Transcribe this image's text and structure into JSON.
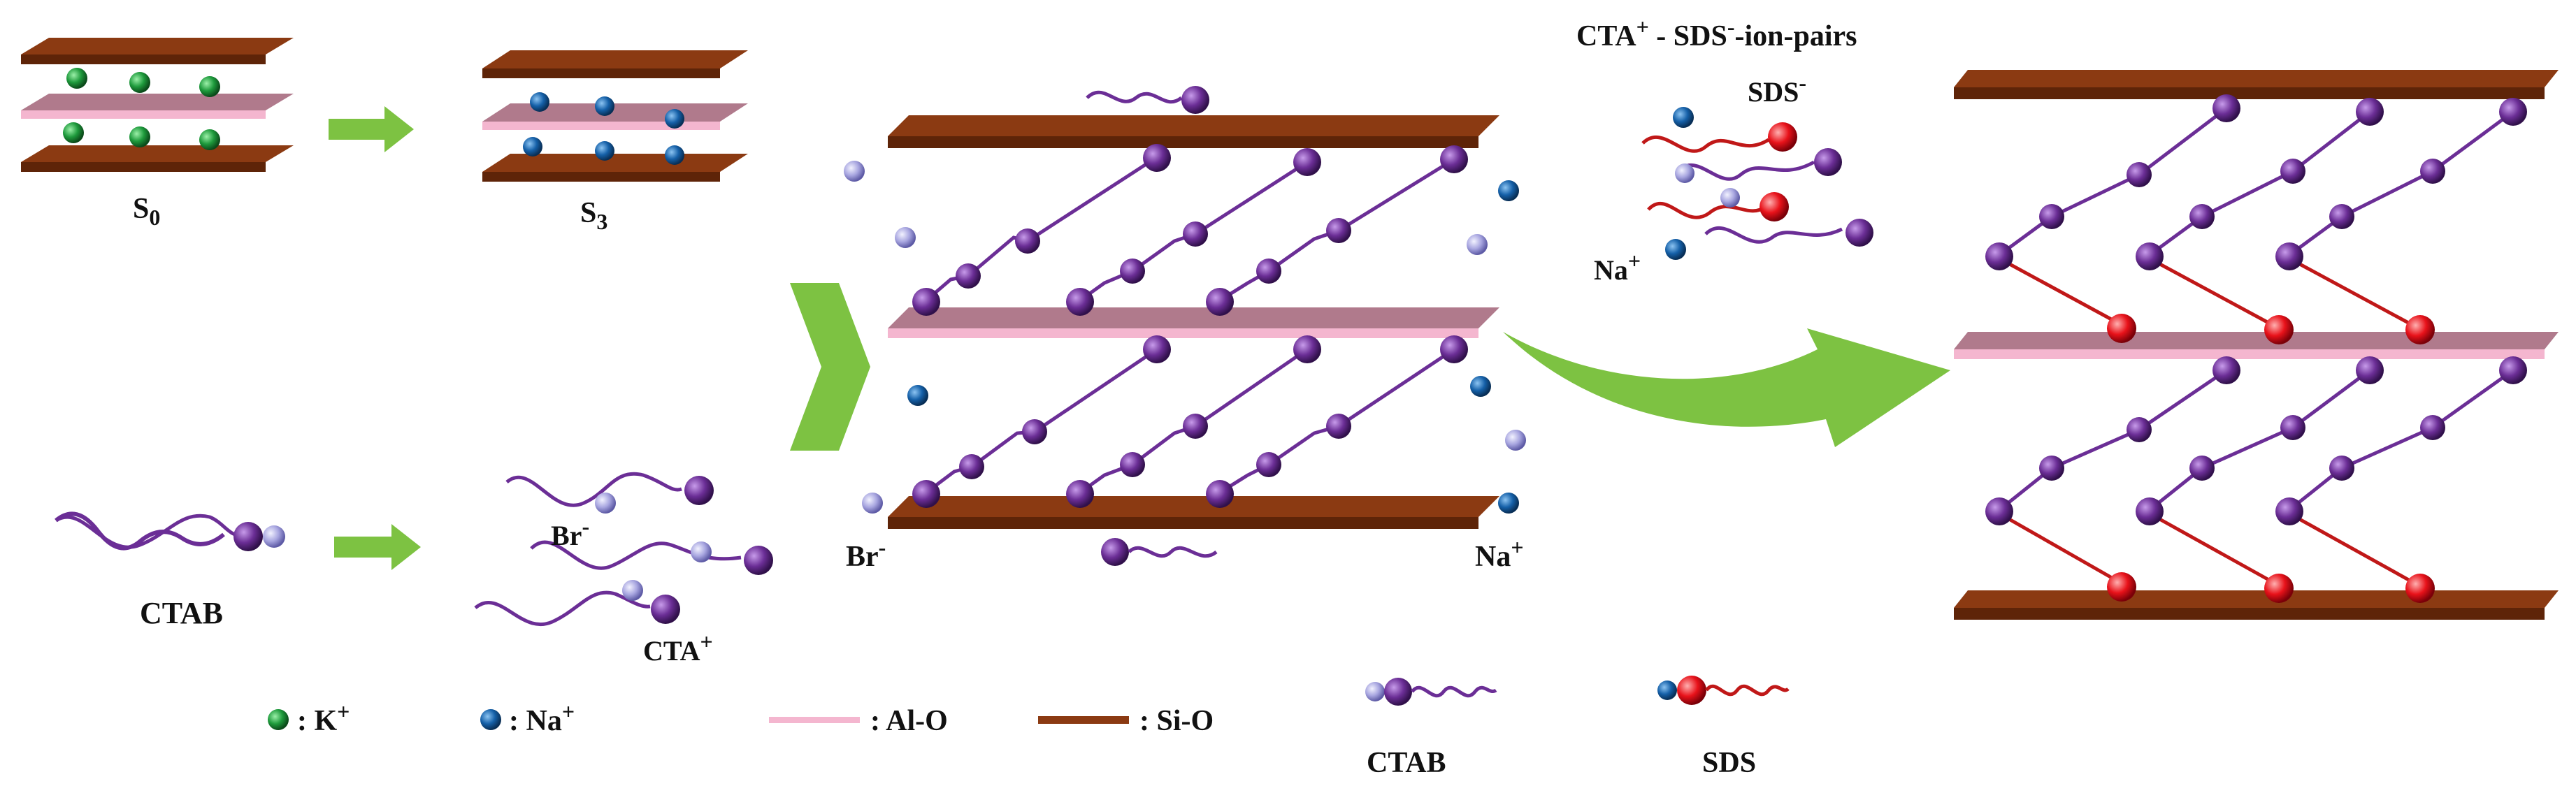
{
  "labels": {
    "s0": "S",
    "s0_sub": "0",
    "s3": "S",
    "s3_sub": "3",
    "ctab_molecule": "CTAB",
    "br_left": "Br",
    "br_left_sup": "-",
    "cta_plus": "CTA",
    "cta_plus_sup": "+",
    "br_bottom": "Br",
    "br_bottom_sup": "-",
    "na_bottom": "Na",
    "na_bottom_sup": "+",
    "ion_pairs_title_a": "CTA",
    "ion_pairs_title_a_sup": "+",
    "ion_pairs_title_b": " - SDS",
    "ion_pairs_title_b_sup": "-",
    "ion_pairs_title_c": "-ion-pairs",
    "sds_label": "SDS",
    "sds_label_sup": "-",
    "na_ionpair": "Na",
    "na_ionpair_sup": "+"
  },
  "legend": {
    "k_ion": ": K",
    "k_ion_sup": "+",
    "na_ion": ": Na",
    "na_ion_sup": "+",
    "al_o": ": Al-O",
    "si_o": ": Si-O",
    "ctab": "CTAB",
    "sds": "SDS"
  },
  "colors": {
    "si_o_layer": "#8B3A12",
    "al_o_layer": "#F4B6CF",
    "interlayer": "#B07A8C",
    "k_ion": "#1E9A3C",
    "na_ion": "#1560A8",
    "br_ion": "#A8A6E0",
    "cta_head": "#6B2E96",
    "sds_head": "#E8121A",
    "sds_tail": "#C01818",
    "arrow": "#7DC242"
  }
}
